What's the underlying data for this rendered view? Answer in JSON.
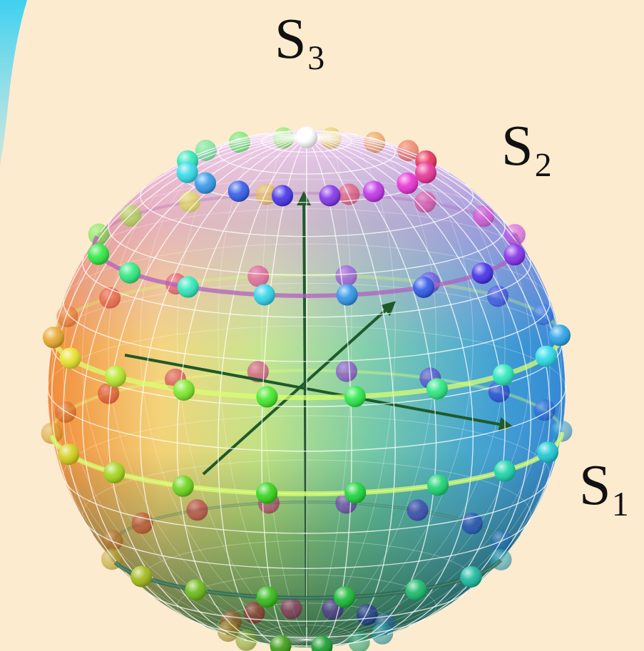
{
  "diagram": {
    "labels": [
      "S₃",
      "S₂",
      "S₁"
    ]
  }
}
